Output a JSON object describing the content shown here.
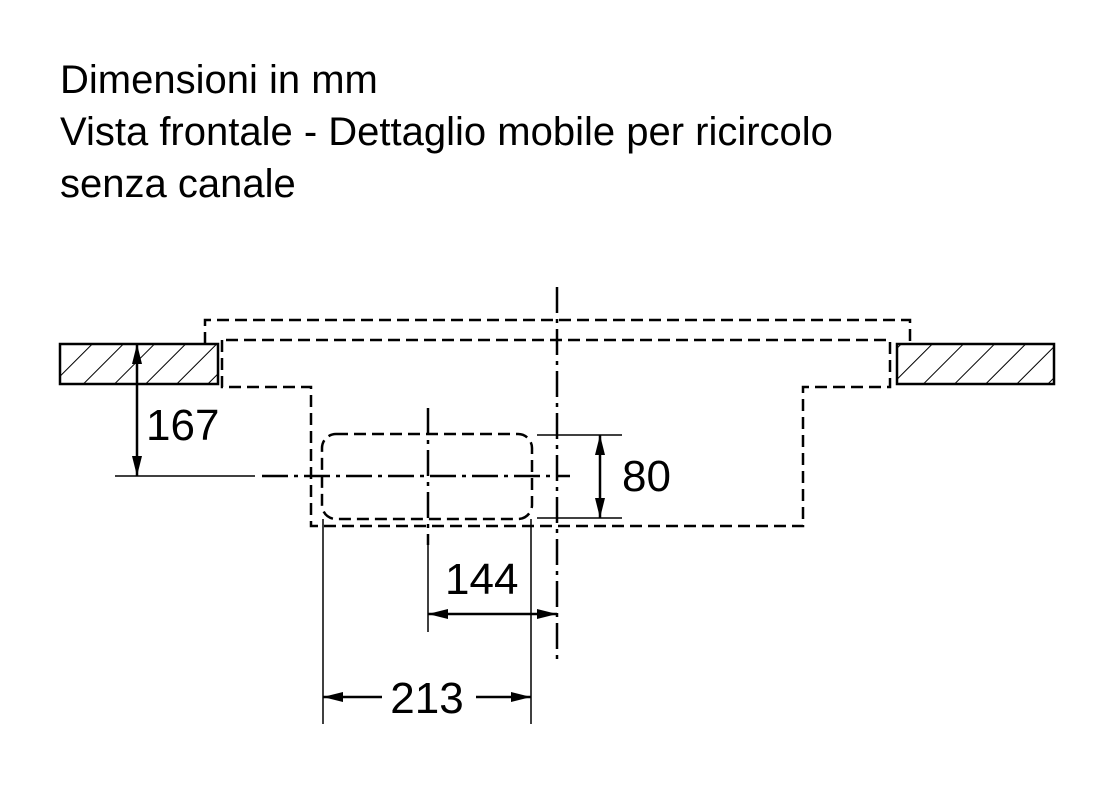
{
  "title": {
    "line1": "Dimensioni in mm",
    "line2": "Vista frontale - Dettaglio mobile per ricircolo",
    "line3": "senza canale"
  },
  "dimensions": {
    "d167": "167",
    "d80": "80",
    "d144": "144",
    "d213": "213"
  },
  "colors": {
    "line": "#000000",
    "outlet_fill": "#efefef",
    "background": "#ffffff"
  }
}
